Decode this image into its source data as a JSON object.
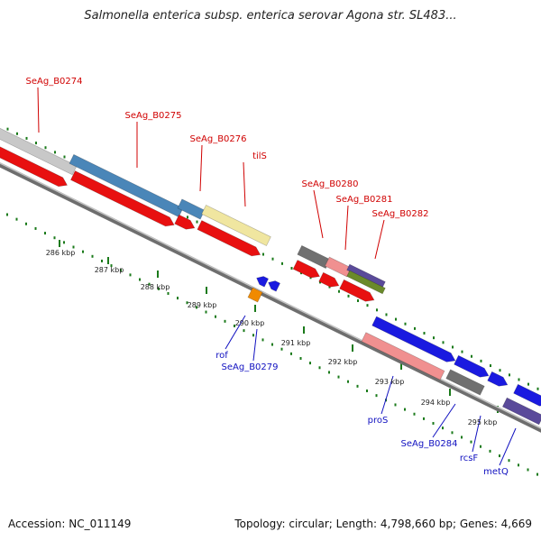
{
  "title": "Salmonella enterica subsp. enterica serovar Agona str. SL483...",
  "footer": {
    "accession": "Accession: NC_011149",
    "summary": "Topology: circular; Length: 4,798,660 bp; Genes: 4,669"
  },
  "colors": {
    "red_label": "#d00000",
    "blue_label": "#1010c0",
    "tick_green": "#1a7a1a",
    "backbone": "#8a8a8a"
  },
  "ruler_labels": [
    "286 kbp",
    "287 kbp",
    "288 kbp",
    "289 kbp",
    "290 kbp",
    "291 kbp",
    "292 kbp",
    "293 kbp",
    "294 kbp",
    "295 kbp"
  ],
  "gene_labels_top": [
    "SeAg_B0274",
    "SeAg_B0275",
    "SeAg_B0276",
    "tilS",
    "SeAg_B0280",
    "SeAg_B0281",
    "SeAg_B0282"
  ],
  "gene_labels_bottom": [
    "rof",
    "SeAg_B0279",
    "proS",
    "SeAg_B0284",
    "rcsF",
    "metQ"
  ]
}
